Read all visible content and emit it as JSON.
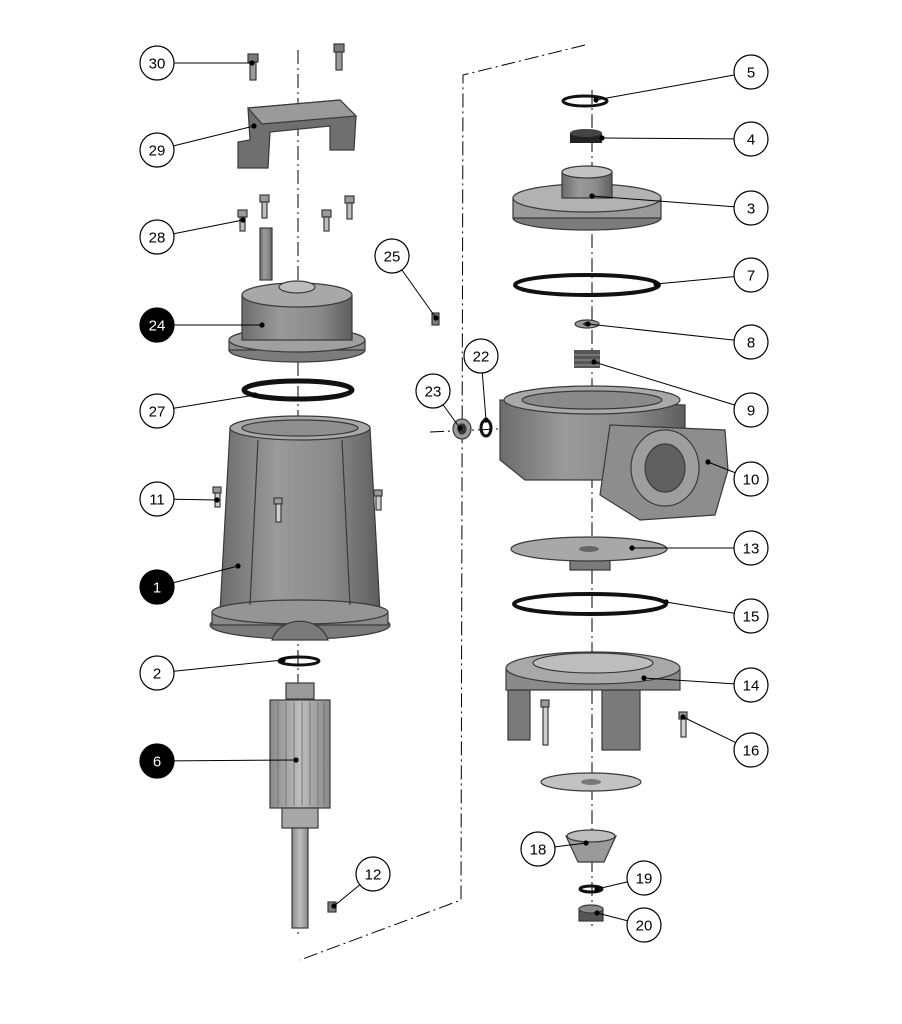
{
  "colors": {
    "part_fill": "#8c8c8c",
    "part_dark": "#5e5e5e",
    "part_light": "#b9b9b9",
    "ring": "#111111",
    "callout_filled": "#000000",
    "callout_outline": "#ffffff"
  },
  "callouts": [
    {
      "label": "30",
      "filled": false
    },
    {
      "label": "29",
      "filled": false
    },
    {
      "label": "28",
      "filled": false
    },
    {
      "label": "24",
      "filled": true
    },
    {
      "label": "27",
      "filled": false
    },
    {
      "label": "11",
      "filled": false
    },
    {
      "label": "1",
      "filled": true
    },
    {
      "label": "2",
      "filled": false
    },
    {
      "label": "6",
      "filled": true
    },
    {
      "label": "12",
      "filled": false
    },
    {
      "label": "25",
      "filled": false
    },
    {
      "label": "23",
      "filled": false
    },
    {
      "label": "22",
      "filled": false
    },
    {
      "label": "5",
      "filled": false
    },
    {
      "label": "4",
      "filled": false
    },
    {
      "label": "3",
      "filled": false
    },
    {
      "label": "7",
      "filled": false
    },
    {
      "label": "8",
      "filled": false
    },
    {
      "label": "9",
      "filled": false
    },
    {
      "label": "10",
      "filled": false
    },
    {
      "label": "13",
      "filled": false
    },
    {
      "label": "15",
      "filled": false
    },
    {
      "label": "14",
      "filled": false
    },
    {
      "label": "16",
      "filled": false
    },
    {
      "label": "18",
      "filled": false
    },
    {
      "label": "19",
      "filled": false
    },
    {
      "label": "20",
      "filled": false
    }
  ]
}
